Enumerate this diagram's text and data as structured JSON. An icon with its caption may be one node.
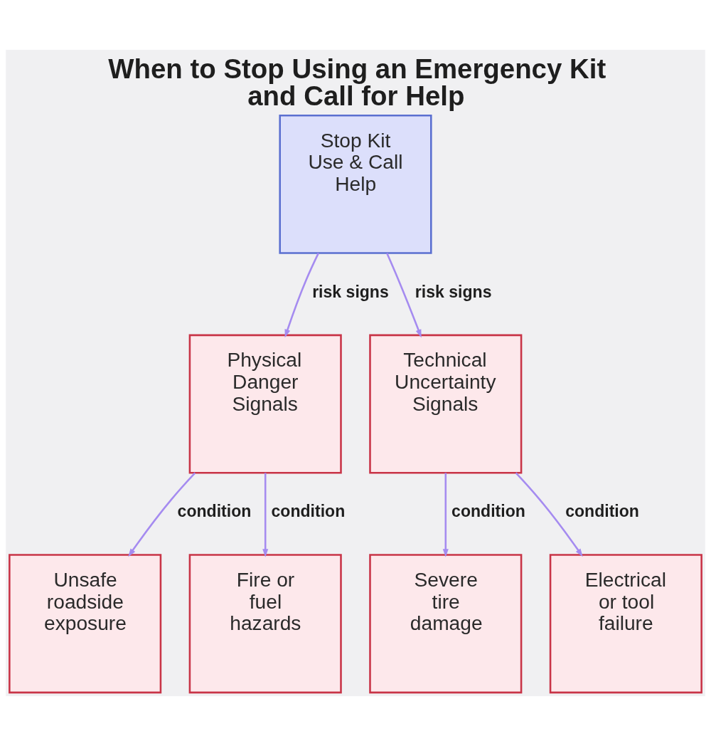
{
  "diagram": {
    "title": "When to Stop Using an Emergency Kit and Call for Help",
    "nodes": [
      {
        "text": [
          "Stop Kit Use & Call Help"
        ]
      },
      {
        "text": [
          "Physical Danger Signals"
        ]
      },
      {
        "text": [
          "Technical Uncertainty Signals"
        ]
      },
      {
        "text": [
          "Unsafe roadside exposure"
        ]
      },
      {
        "text": [
          "Fire or fuel hazards"
        ]
      },
      {
        "text": [
          "Severe tire damage"
        ]
      },
      {
        "text": [
          "Electrical or tool failure"
        ]
      }
    ],
    "edges": [
      {
        "from": 0,
        "to": 1,
        "arrow": "to",
        "label": "risk signs"
      },
      {
        "from": 0,
        "to": 2,
        "arrow": "to",
        "label": "risk signs"
      },
      {
        "from": 1,
        "to": 3,
        "arrow": "to",
        "label": "condition"
      },
      {
        "from": 1,
        "to": 4,
        "arrow": "to",
        "label": "condition"
      },
      {
        "from": 2,
        "to": 5,
        "arrow": "to",
        "label": "condition"
      },
      {
        "from": 2,
        "to": 6,
        "arrow": "to",
        "label": "condition"
      }
    ]
  }
}
